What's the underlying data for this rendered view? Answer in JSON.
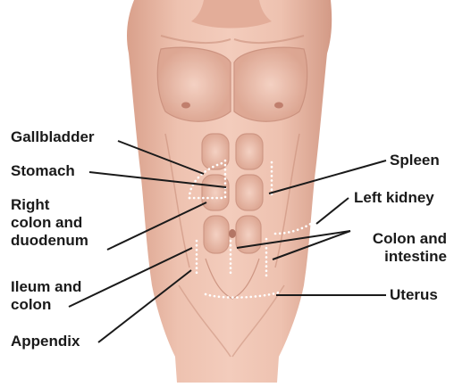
{
  "labels": {
    "gallbladder": "Gallbladder",
    "stomach": "Stomach",
    "right_colon": "Right\ncolon and\nduodenum",
    "ileum": "Ileum and\ncolon",
    "appendix": "Appendix",
    "spleen": "Spleen",
    "left_kidney": "Left kidney",
    "colon_intestine": "Colon and\nintestine",
    "uterus": "Uterus"
  },
  "colors": {
    "skin": "#e9b9a6",
    "skin_shadow": "#c98f7c",
    "skin_highlight": "#f6d8cb",
    "text": "#1a1a1a",
    "pointer": "#1a1a1a",
    "zone_dots": "#ffffff"
  }
}
